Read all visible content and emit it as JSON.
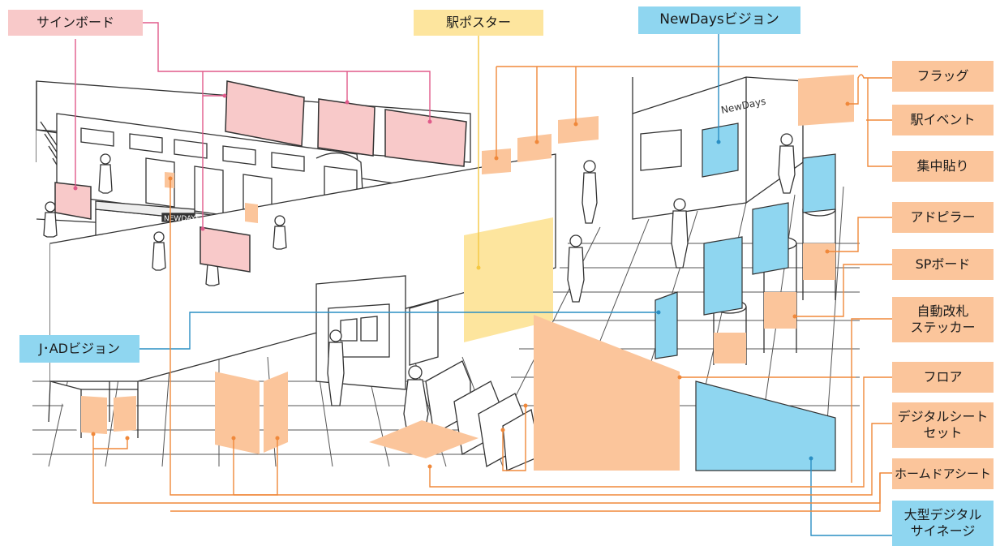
{
  "labels": {
    "signboard": "サインボード",
    "station_poster": "駅ポスター",
    "newdays_vision": "NewDaysビジョン",
    "j_ad_vision": "J･ADビジョン",
    "flag": "フラッグ",
    "station_event": "駅イベント",
    "shuchu_bari": "集中貼り",
    "ad_pillar": "アドピラー",
    "sp_board": "SPボード",
    "ticket_gate_sticker_l1": "自動改札",
    "ticket_gate_sticker_l2": "ステッカー",
    "floor": "フロア",
    "digital_seat_set_l1": "デジタルシート",
    "digital_seat_set_l2": "セット",
    "platform_door_seat": "ホームドアシート",
    "large_digital_signage_l1": "大型デジタル",
    "large_digital_signage_l2": "サイネージ"
  },
  "scene": {
    "store_sign": "NewDays",
    "kiosk_sign": "NEWDAYS"
  },
  "colors": {
    "signboard": "#f8c9c9",
    "poster": "#fde59e",
    "vision": "#8fd6f0",
    "other_media": "#fbc59b",
    "leader_orange": "#f0883a",
    "leader_pink": "#e05a8a",
    "leader_yellow": "#f4c842",
    "leader_blue": "#2a8fc4"
  }
}
